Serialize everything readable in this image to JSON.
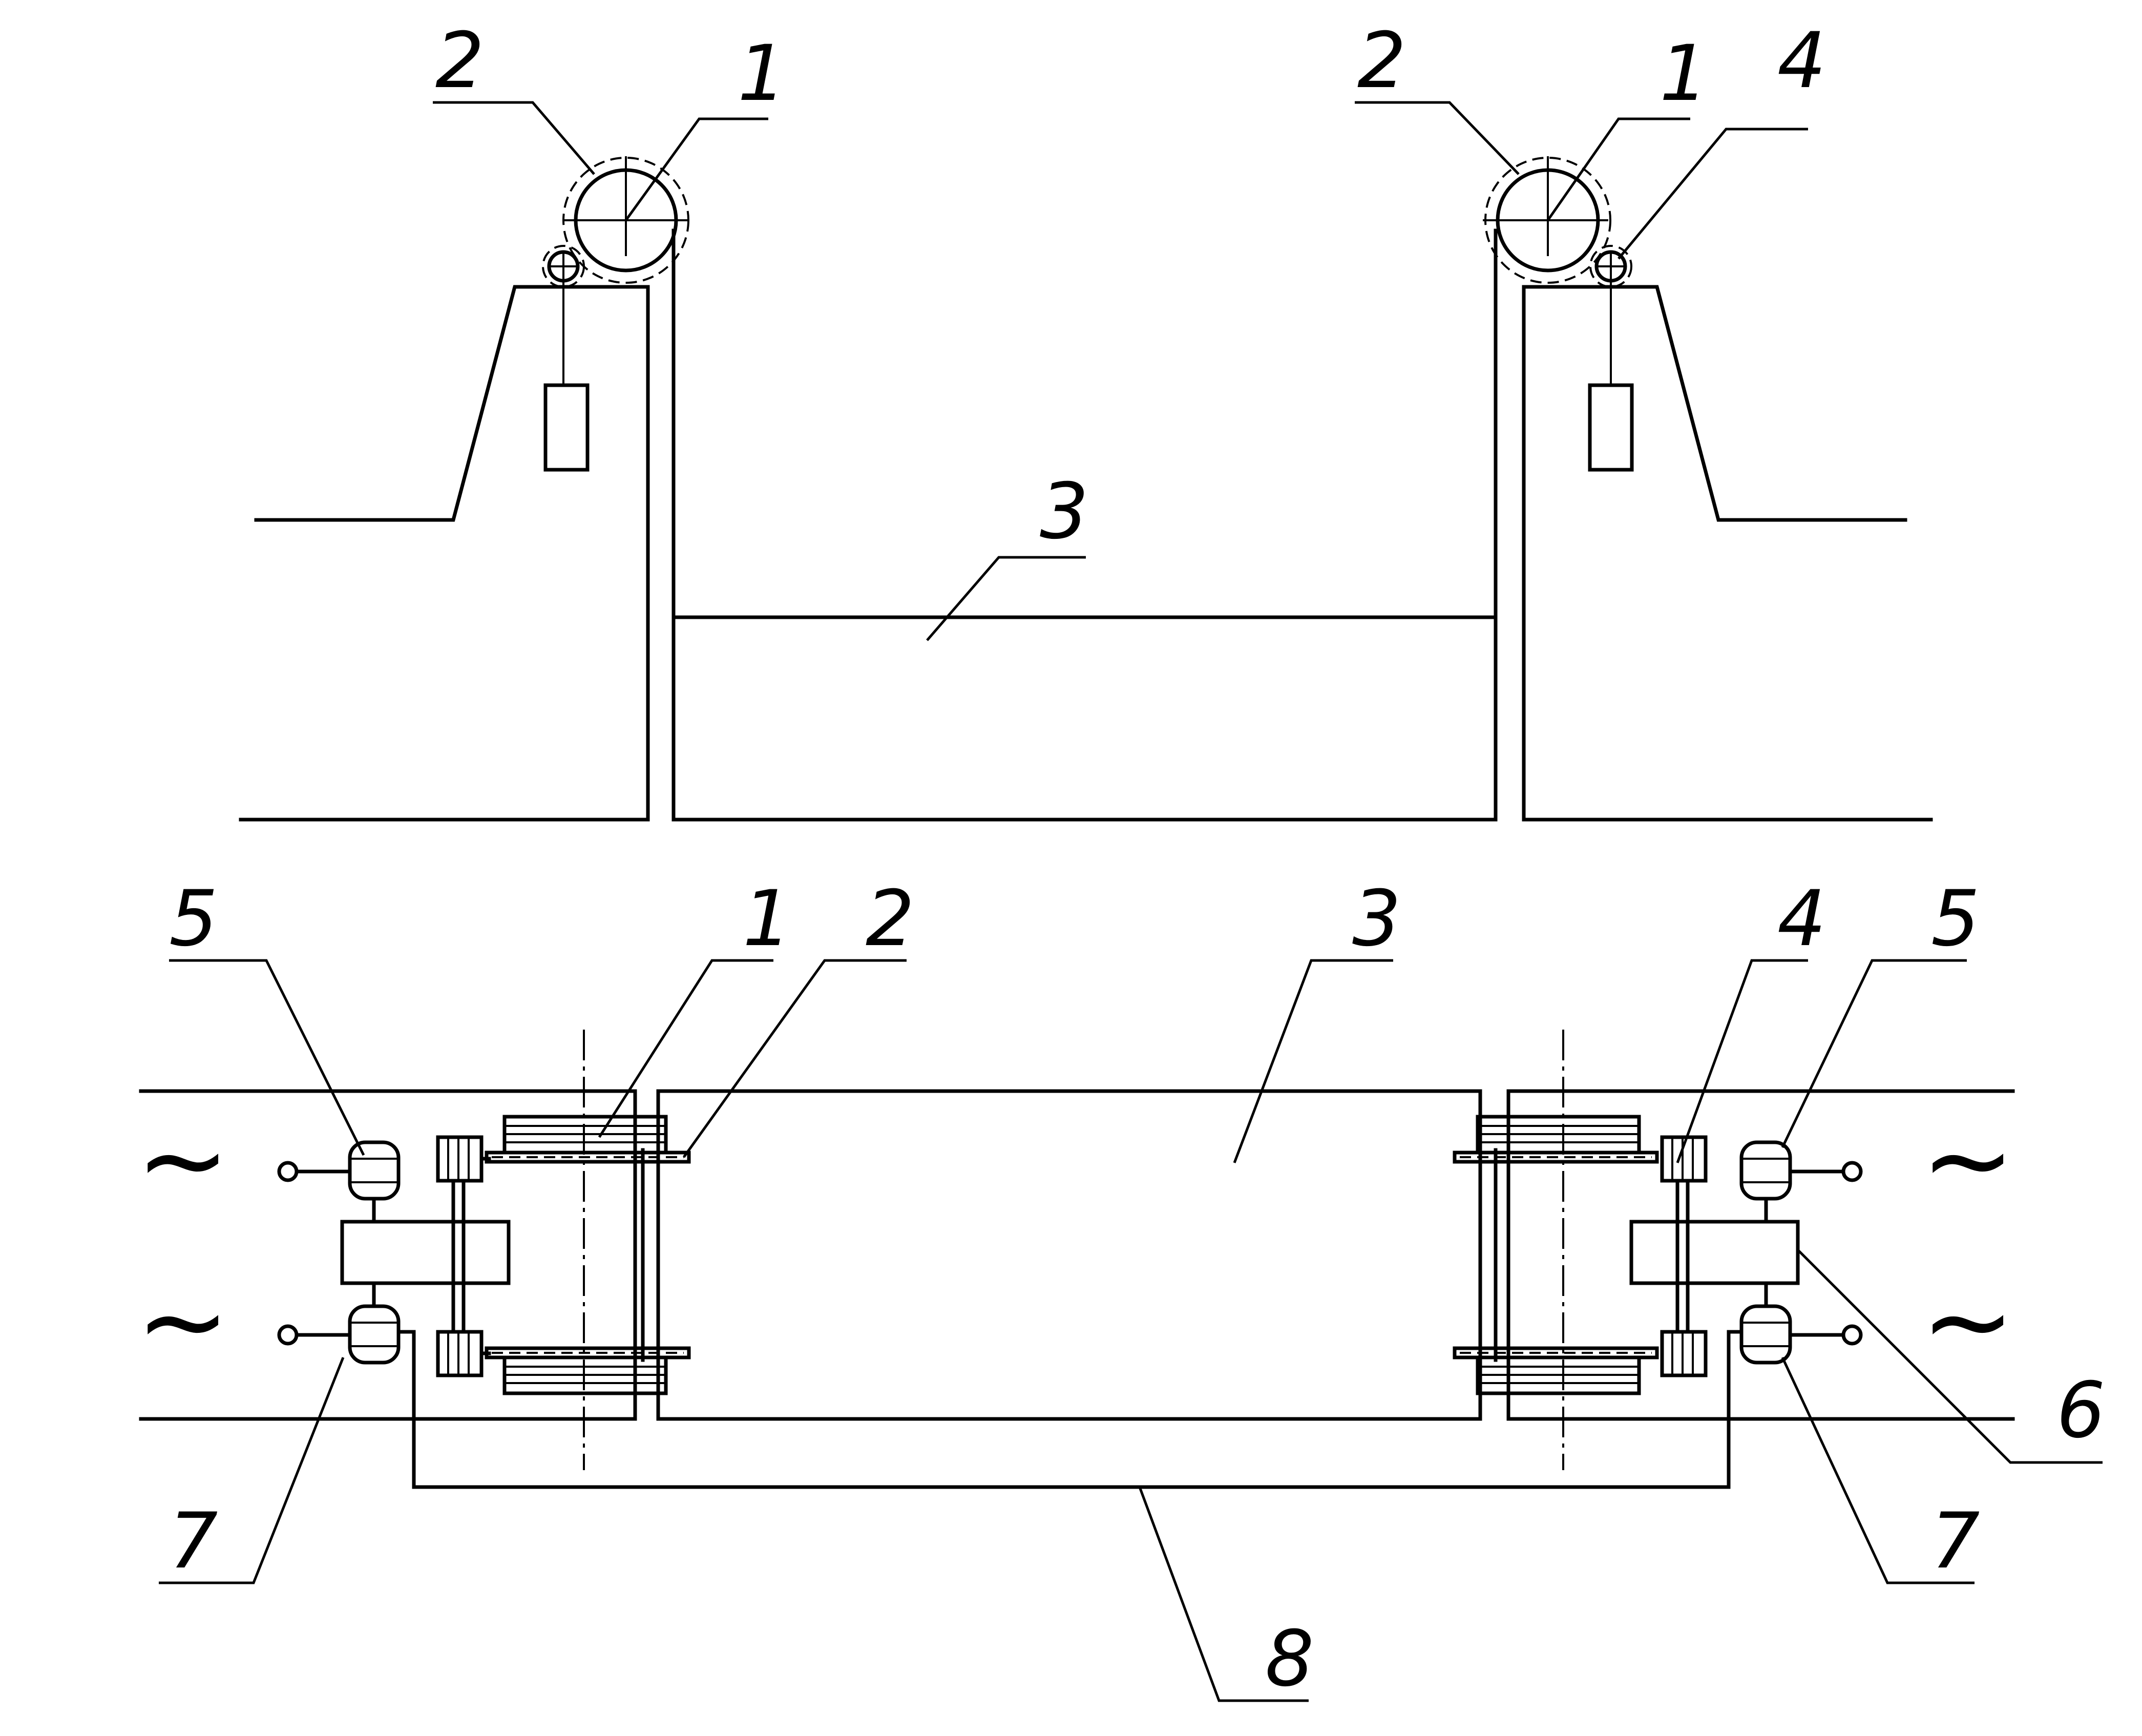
{
  "labels": {
    "top": {
      "left_2": "2",
      "left_1": "1",
      "right_2": "2",
      "right_1": "1",
      "right_4": "4",
      "center_3": "3"
    },
    "bottom": {
      "left_5": "5",
      "left_1": "1",
      "left_2": "2",
      "center_3": "3",
      "right_4": "4",
      "right_5": "5",
      "right_6": "6",
      "left_7": "7",
      "right_7": "7",
      "bottom_8": "8"
    }
  },
  "symbols": {
    "ac": "~"
  }
}
